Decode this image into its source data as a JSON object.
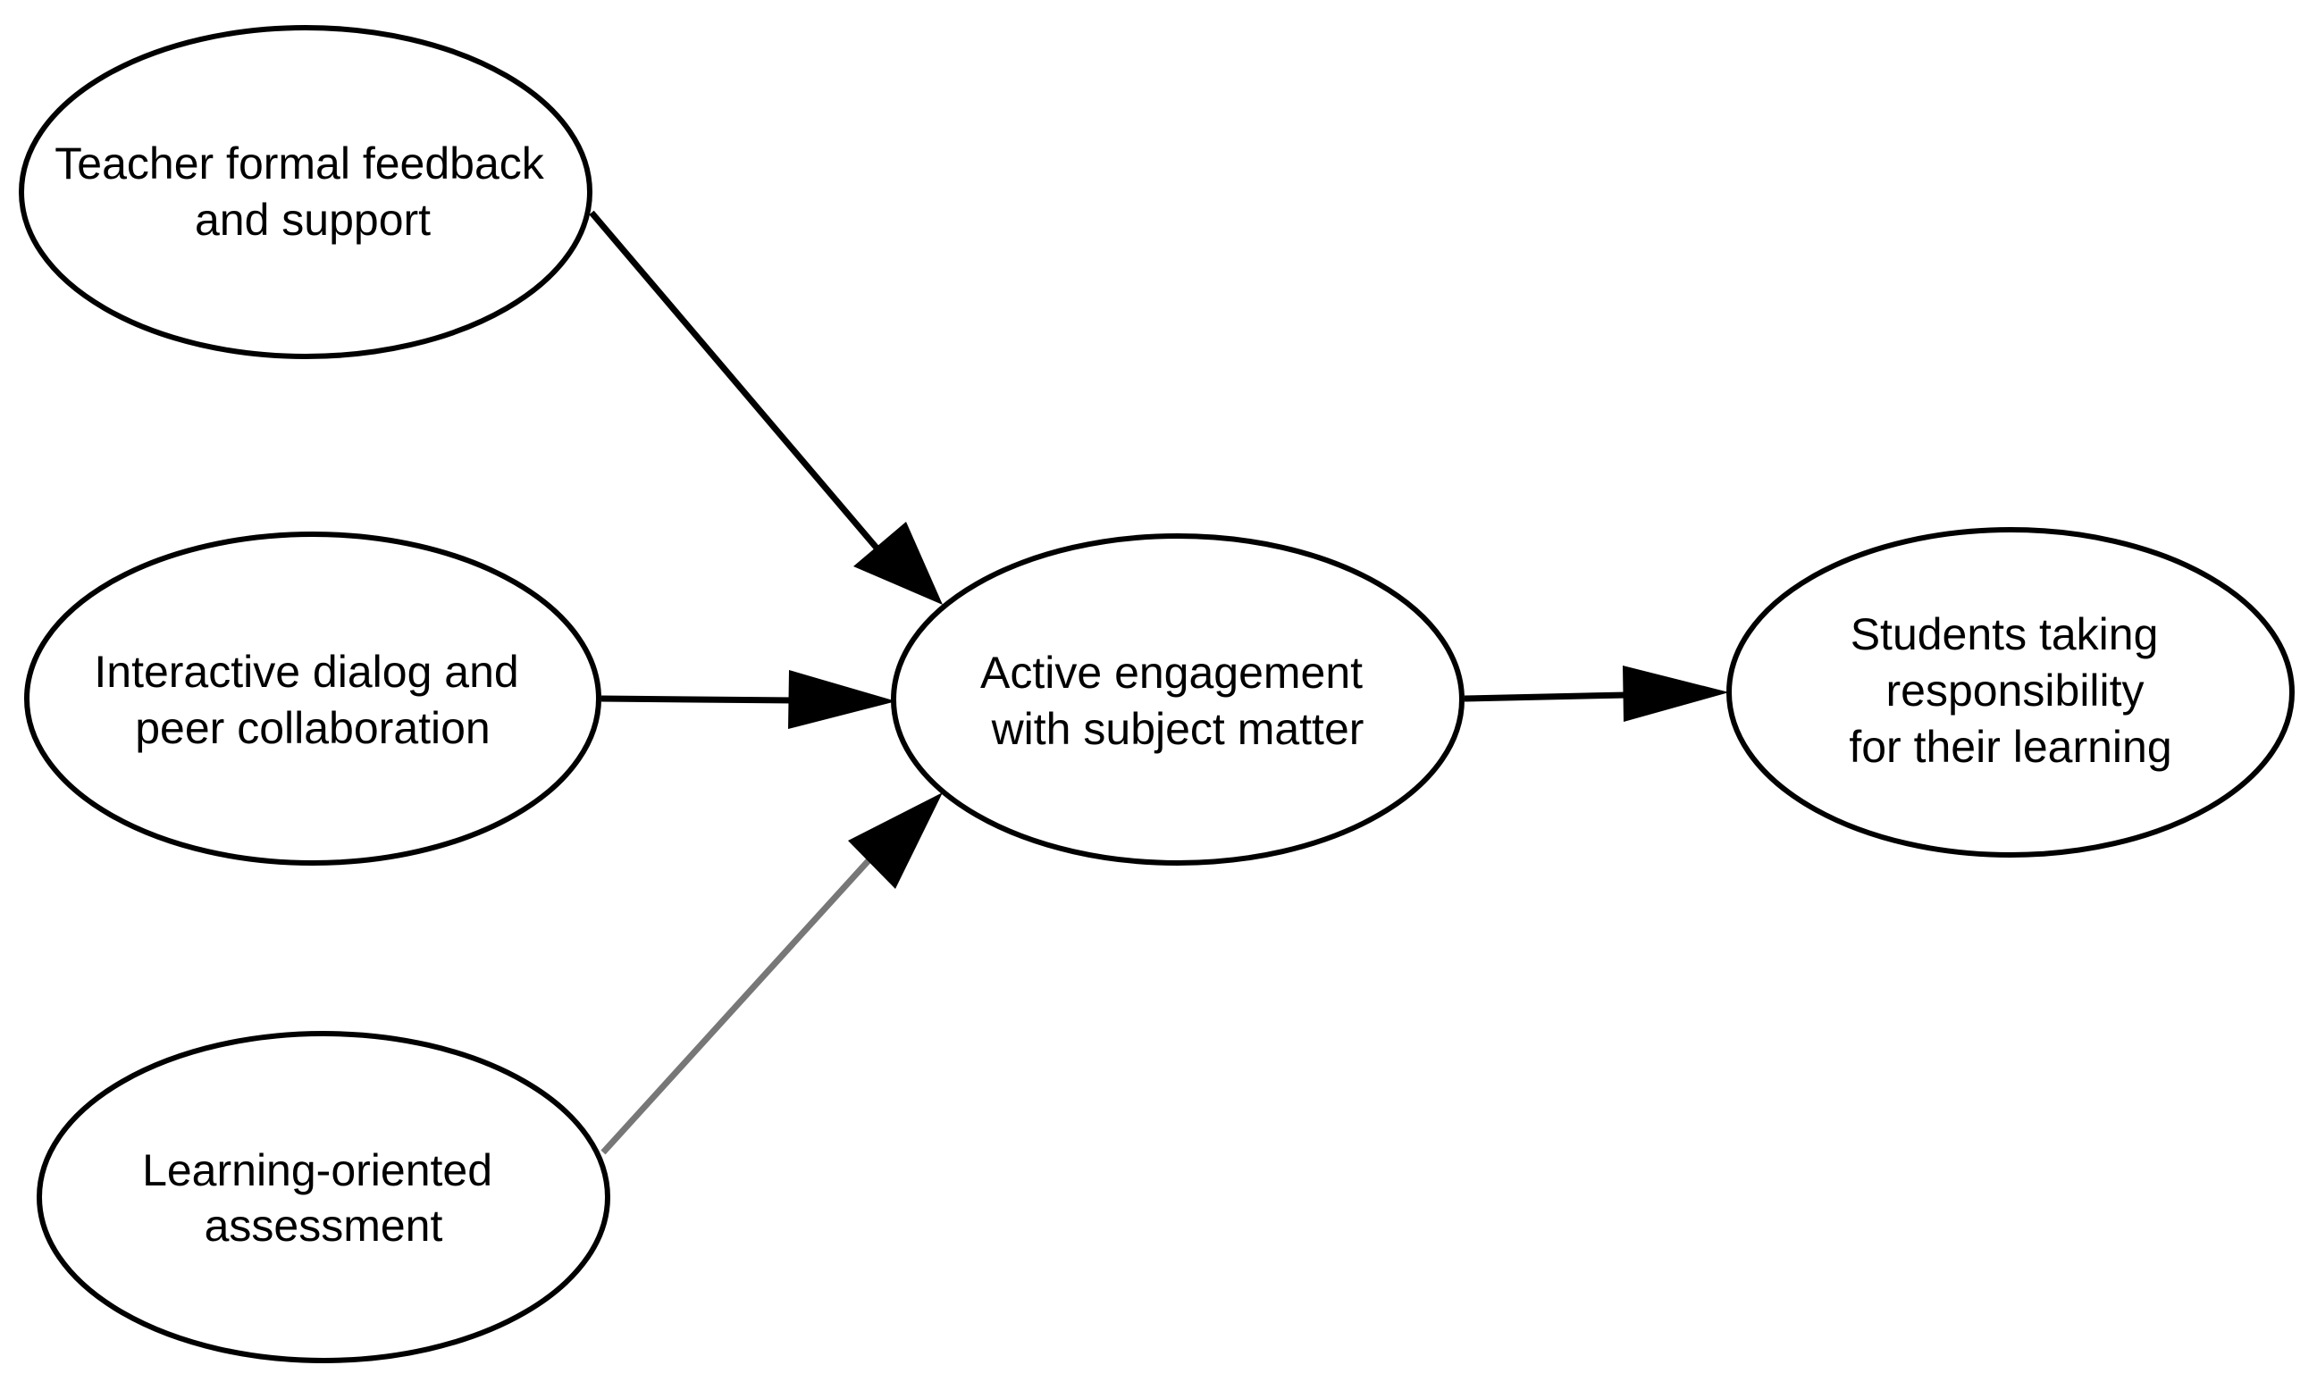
{
  "diagram": {
    "nodes": [
      {
        "id": "teacher",
        "lines": [
          "Teacher formal feedback",
          "and support"
        ]
      },
      {
        "id": "interactive",
        "lines": [
          "Interactive dialog and",
          "peer collaboration"
        ]
      },
      {
        "id": "assessment",
        "lines": [
          "Learning-oriented",
          "assessment"
        ]
      },
      {
        "id": "engagement",
        "lines": [
          "Active engagement",
          "with subject matter"
        ]
      },
      {
        "id": "responsibility",
        "lines": [
          "Students taking",
          "responsibility",
          "for their learning"
        ]
      }
    ],
    "edges": [
      {
        "from": "teacher",
        "to": "engagement"
      },
      {
        "from": "interactive",
        "to": "engagement"
      },
      {
        "from": "assessment",
        "to": "engagement"
      },
      {
        "from": "engagement",
        "to": "responsibility"
      }
    ],
    "colors": {
      "stroke": "#000000",
      "fill": "#ffffff",
      "faded_edge": "#777777"
    }
  }
}
